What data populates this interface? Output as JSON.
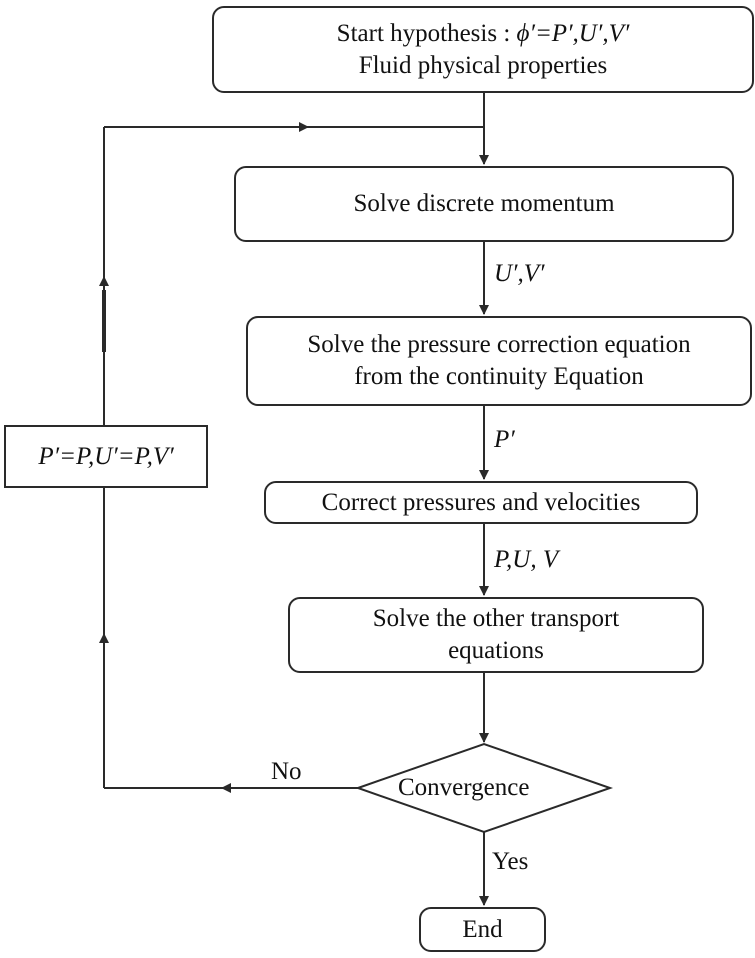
{
  "nodes": {
    "start": {
      "line1_prefix": "Start hypothesis : ",
      "line1_math": "ϕ′=P′,U′,V′",
      "line2": "Fluid physical properties"
    },
    "momentum": {
      "text": "Solve discrete momentum"
    },
    "pressure_correction": {
      "line1": "Solve the pressure correction equation",
      "line2": "from the continuity Equation"
    },
    "correct": {
      "text": "Correct pressures and velocities"
    },
    "transport": {
      "line1": "Solve the other transport",
      "line2": "equations"
    },
    "convergence": {
      "text": "Convergence"
    },
    "end": {
      "text": "End"
    },
    "update": {
      "text": "P′=P,U′=P,V′"
    }
  },
  "edge_labels": {
    "after_momentum": "U′,V′",
    "after_pressure": "P′",
    "after_correct": "P,U,  V",
    "no": "No",
    "yes": "Yes"
  },
  "colors": {
    "stroke": "#2a2a2a",
    "text": "#111111",
    "background": "#ffffff"
  }
}
